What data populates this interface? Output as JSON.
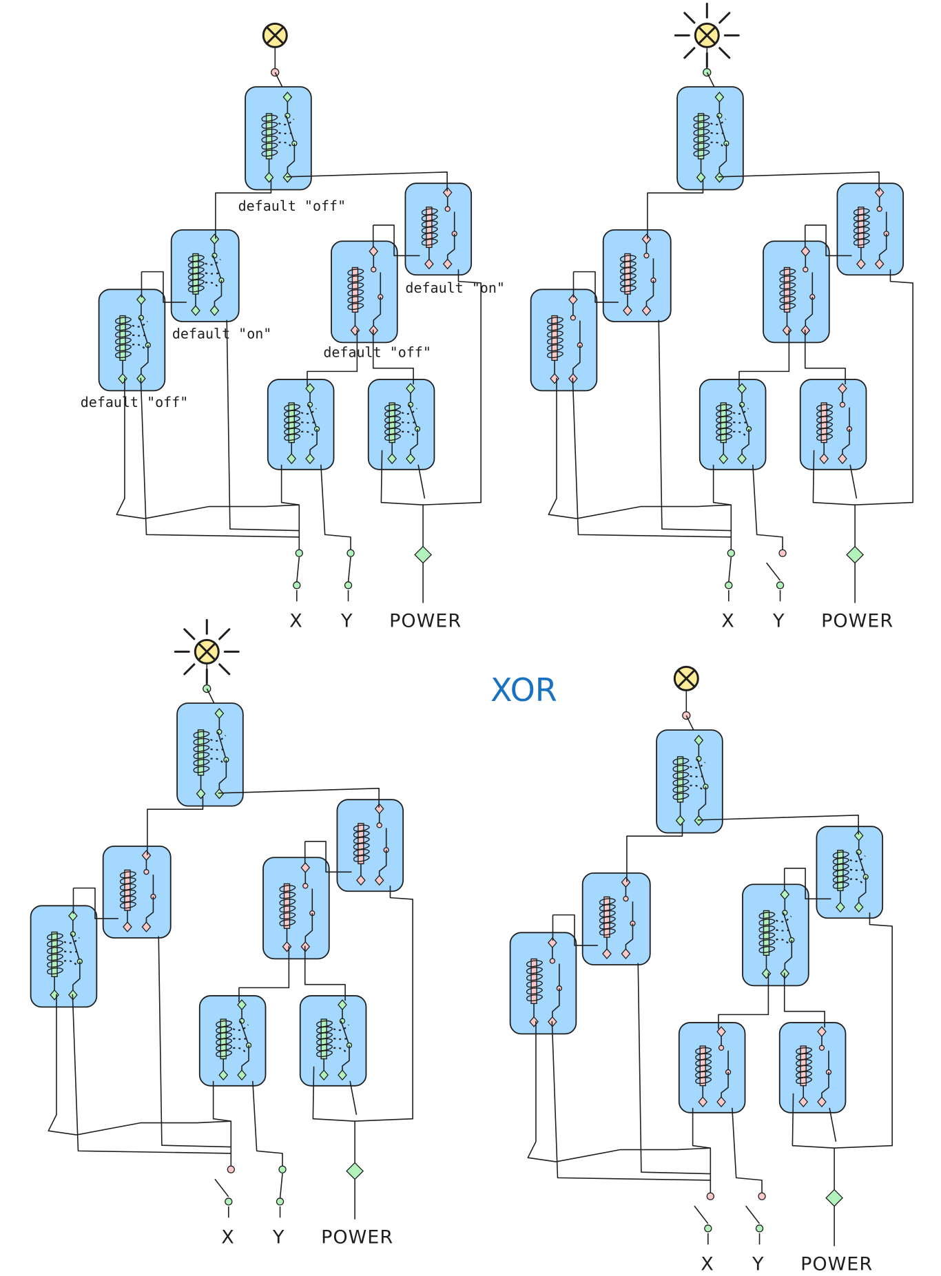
{
  "title": "XOR",
  "colors": {
    "relay_fill": "#a5d8ff",
    "on": "#b2f2bb",
    "off": "#ffc9c9",
    "bulb": "#ffec99",
    "title": "#1971c2",
    "stroke": "#1e1e1e"
  },
  "input_labels": {
    "x": "X",
    "y": "Y",
    "power": "POWER"
  },
  "annotations": {
    "out_relay": "default \"off\"",
    "left_upper": "default \"on\"",
    "left_lower": "default \"off\"",
    "right_upper": "default \"on\"",
    "right_mid": "default \"off\""
  },
  "panels": [
    {
      "id": "panel-top-left",
      "x_input": "on",
      "y_input": "on",
      "lamp_lit": false,
      "relays": {
        "output": "on",
        "left_upper": "on",
        "left_lower": "on",
        "right_upper": "off",
        "right_mid": "off",
        "input_x": "on",
        "input_y": "on"
      },
      "show_annotations": true
    },
    {
      "id": "panel-top-right",
      "x_input": "on",
      "y_input": "off",
      "lamp_lit": true,
      "relays": {
        "output": "on",
        "left_upper": "off",
        "left_lower": "off",
        "right_upper": "off",
        "right_mid": "off",
        "input_x": "on",
        "input_y": "off"
      },
      "show_annotations": false
    },
    {
      "id": "panel-bottom-left",
      "x_input": "off",
      "y_input": "on",
      "lamp_lit": true,
      "relays": {
        "output": "on",
        "left_upper": "off",
        "left_lower": "on",
        "right_upper": "off",
        "right_mid": "off",
        "input_x": "on",
        "input_y": "on"
      },
      "show_annotations": false
    },
    {
      "id": "panel-bottom-right",
      "x_input": "off",
      "y_input": "off",
      "lamp_lit": false,
      "relays": {
        "output": "on",
        "left_upper": "off",
        "left_lower": "off",
        "right_upper": "on",
        "right_mid": "on",
        "input_x": "off",
        "input_y": "off"
      },
      "show_annotations": false
    }
  ]
}
